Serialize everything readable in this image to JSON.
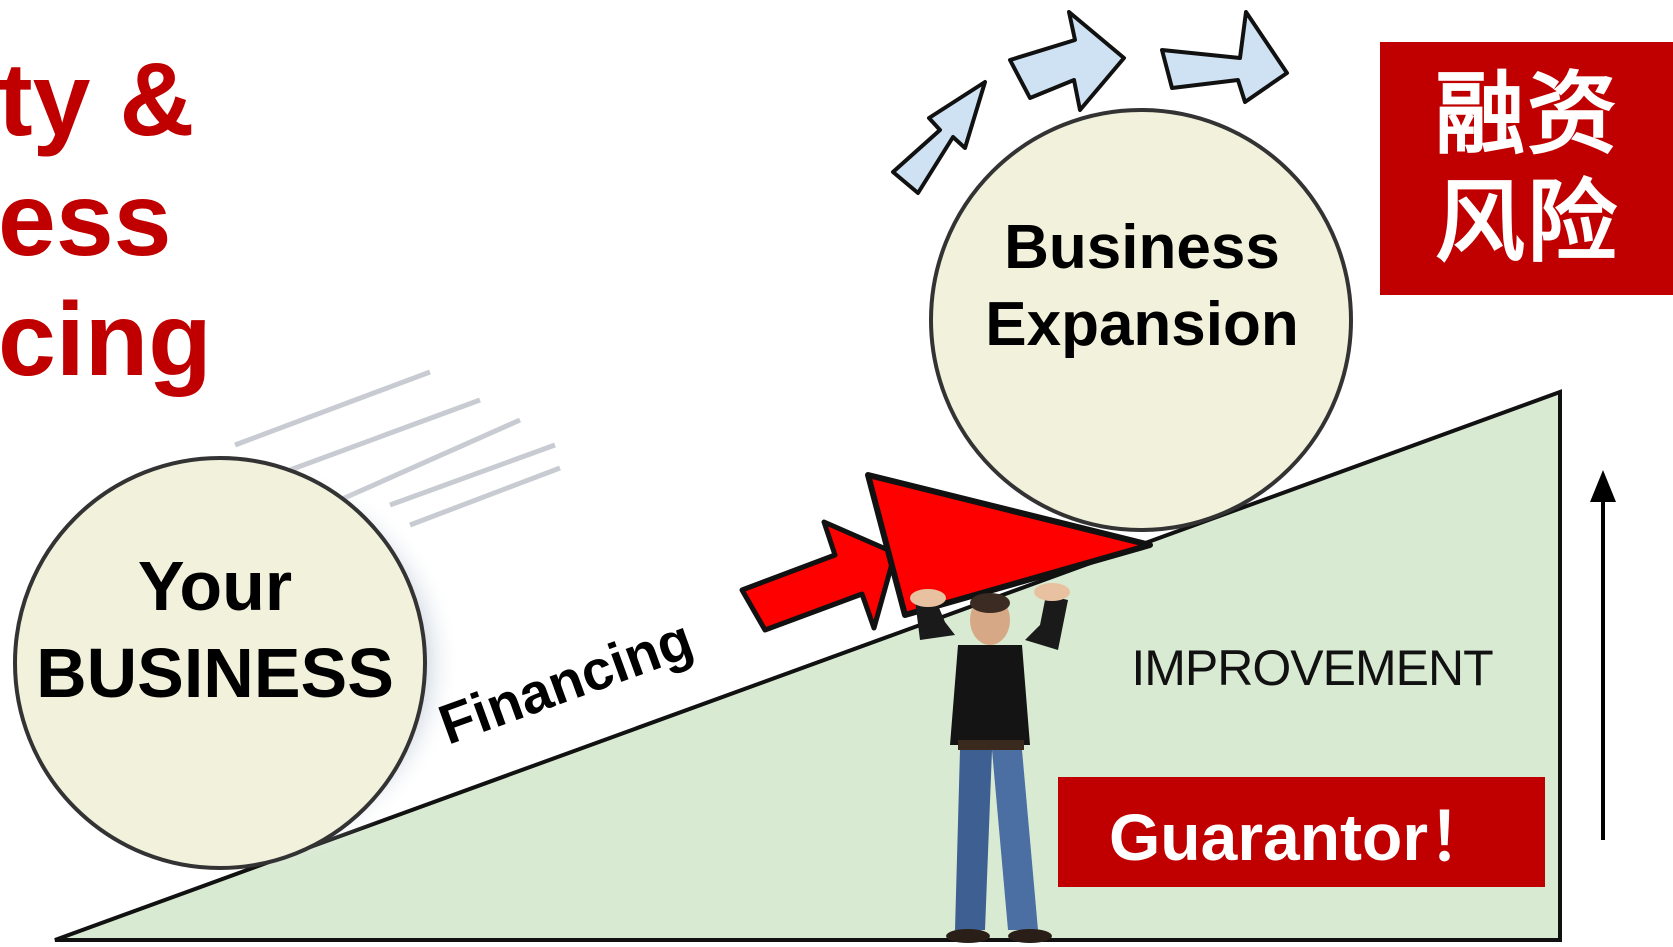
{
  "title": {
    "lines": [
      "ty &",
      "ess",
      "cing"
    ]
  },
  "risk_box": {
    "lines": [
      "融资",
      "风险"
    ]
  },
  "your_business": {
    "line1": "Your",
    "line2": "BUSINESS"
  },
  "business_expansion": {
    "line1": "Business",
    "line2": "Expansion"
  },
  "financing_label": "Financing",
  "improvement_label": "IMPROVEMENT",
  "guarantor_label": "Guarantor！",
  "colors": {
    "accent_red": "#c00000",
    "bright_red": "#ff0000",
    "ramp_green": "#d9ead3",
    "circle_fill": "#f1f1dc",
    "arrow_blue": "#cfe2f3"
  }
}
